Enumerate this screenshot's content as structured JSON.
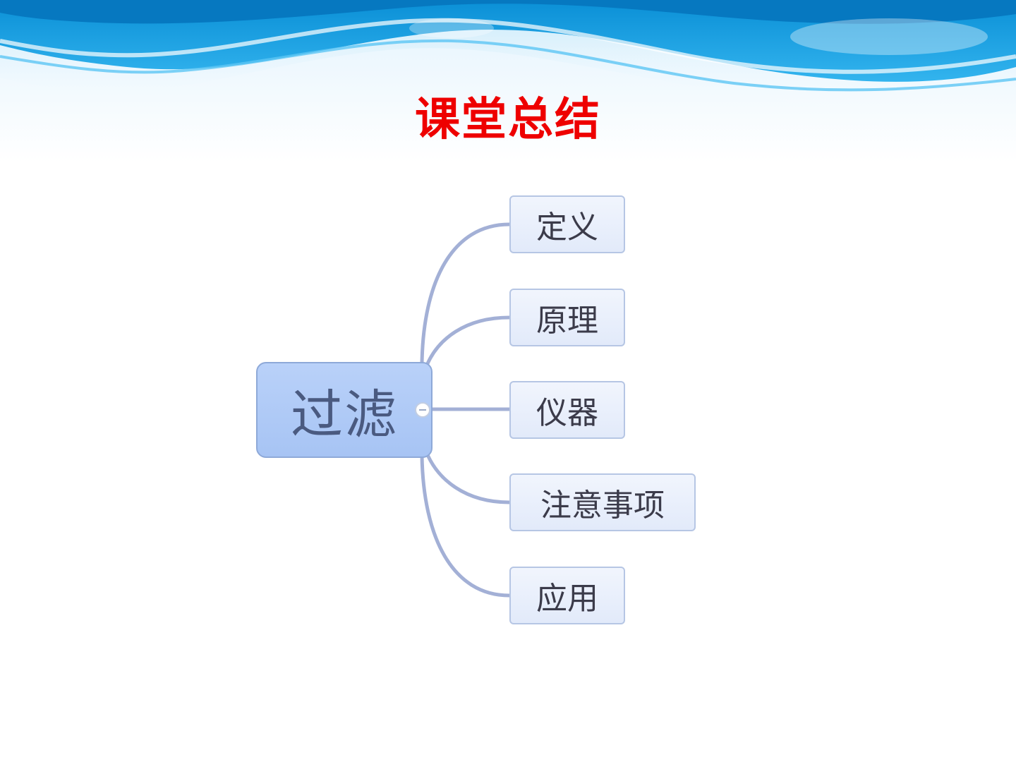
{
  "slide": {
    "title": "课堂总结"
  },
  "mindmap": {
    "root": {
      "label": "过滤"
    },
    "branches": [
      {
        "label": "定义"
      },
      {
        "label": "原理"
      },
      {
        "label": "仪器"
      },
      {
        "label": "注意事项"
      },
      {
        "label": "应用"
      }
    ]
  },
  "colors": {
    "title": "#ee0000",
    "root_fill": "#aec8f6",
    "branch_fill": "#e8eefb",
    "connector": "#a3b0d6",
    "banner_blue": "#1e9ee0"
  }
}
